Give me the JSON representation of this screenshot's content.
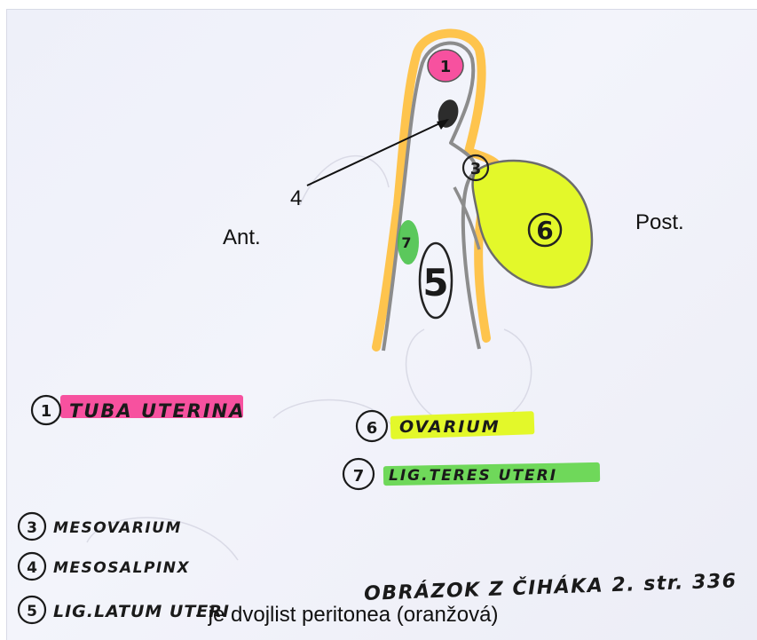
{
  "labels": {
    "anterior": "Ant.",
    "posterior": "Post.",
    "pointer": "4"
  },
  "markers": {
    "m1": "1",
    "m3": "3",
    "m5": "5",
    "m6": "6",
    "m7": "7"
  },
  "legend": [
    {
      "num": "1",
      "text": "TUBA UTERINA",
      "highlight": "#f7519f"
    },
    {
      "num": "6",
      "text": "OVARIUM",
      "highlight": "#e3f82a"
    },
    {
      "num": "7",
      "text": "LIG.TERES UTERI",
      "highlight": "#6fd85a"
    },
    {
      "num": "3",
      "text": "MESOVARIUM"
    },
    {
      "num": "4",
      "text": "MESOSALPINX"
    },
    {
      "num": "5",
      "text": "LIG.LATUM UTERI",
      "suffix": " - je dvojlist peritonea (oranžová)"
    }
  ],
  "source_note": "OBRÁZOK Z ČIHÁKA 2. str. 336",
  "colors": {
    "peritoneum_orange": "#ffbf3a",
    "tube_pink": "#f7519f",
    "ovary_yellow": "#e3f82a",
    "ligament_green": "#3fbf3f",
    "mesosalpinx_dark": "#2c2c2c"
  }
}
